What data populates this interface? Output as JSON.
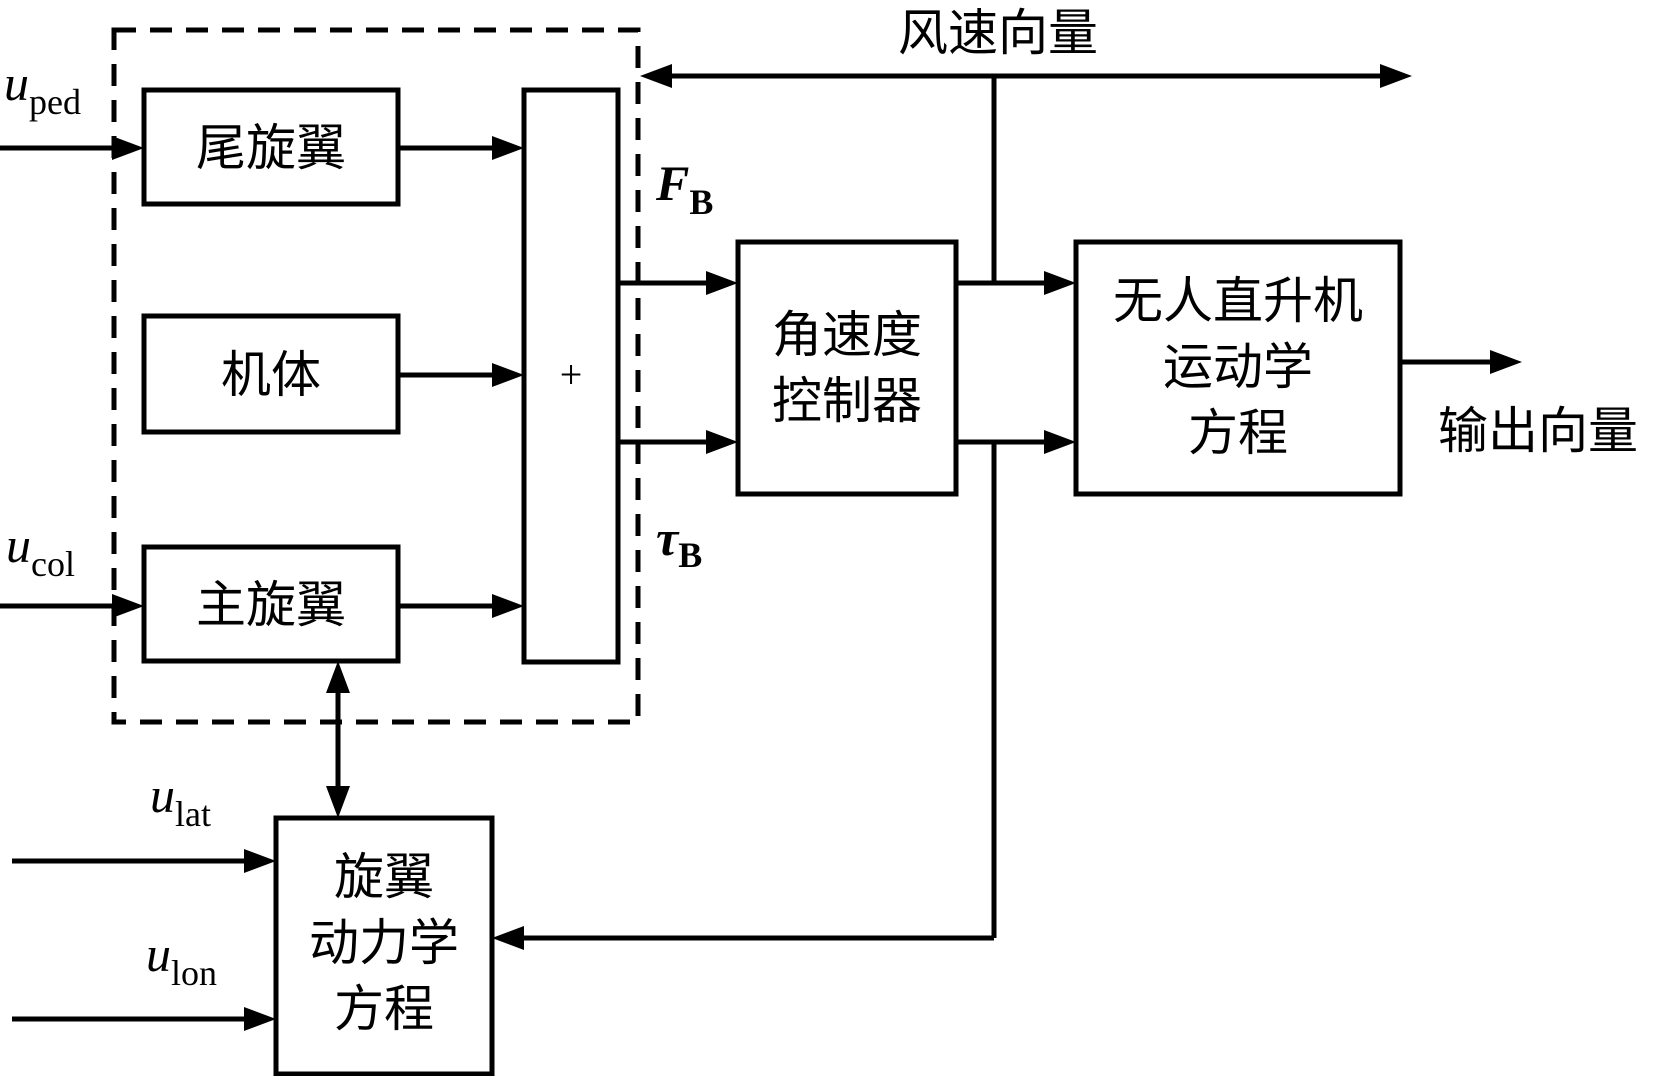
{
  "diagram": {
    "title": "",
    "blocks": {
      "tail_rotor": "尾旋翼",
      "fuselage": "机体",
      "main_rotor": "主旋翼",
      "summer": "+",
      "rate_controller": [
        "角速度",
        "控制器"
      ],
      "kinematics": [
        "无人直升机",
        "运动学",
        "方程"
      ],
      "rotor_dynamics": [
        "旋翼",
        "动力学",
        "方程"
      ]
    },
    "signals": {
      "u_ped": {
        "base": "u",
        "sub": "ped"
      },
      "u_col": {
        "base": "u",
        "sub": "col"
      },
      "u_lat": {
        "base": "u",
        "sub": "lat"
      },
      "u_lon": {
        "base": "u",
        "sub": "lon"
      },
      "F_B": {
        "base": "F",
        "sub": "B"
      },
      "tau_B": {
        "base": "τ",
        "sub": "B"
      },
      "wind": "风速向量",
      "output": "输出向量"
    }
  }
}
